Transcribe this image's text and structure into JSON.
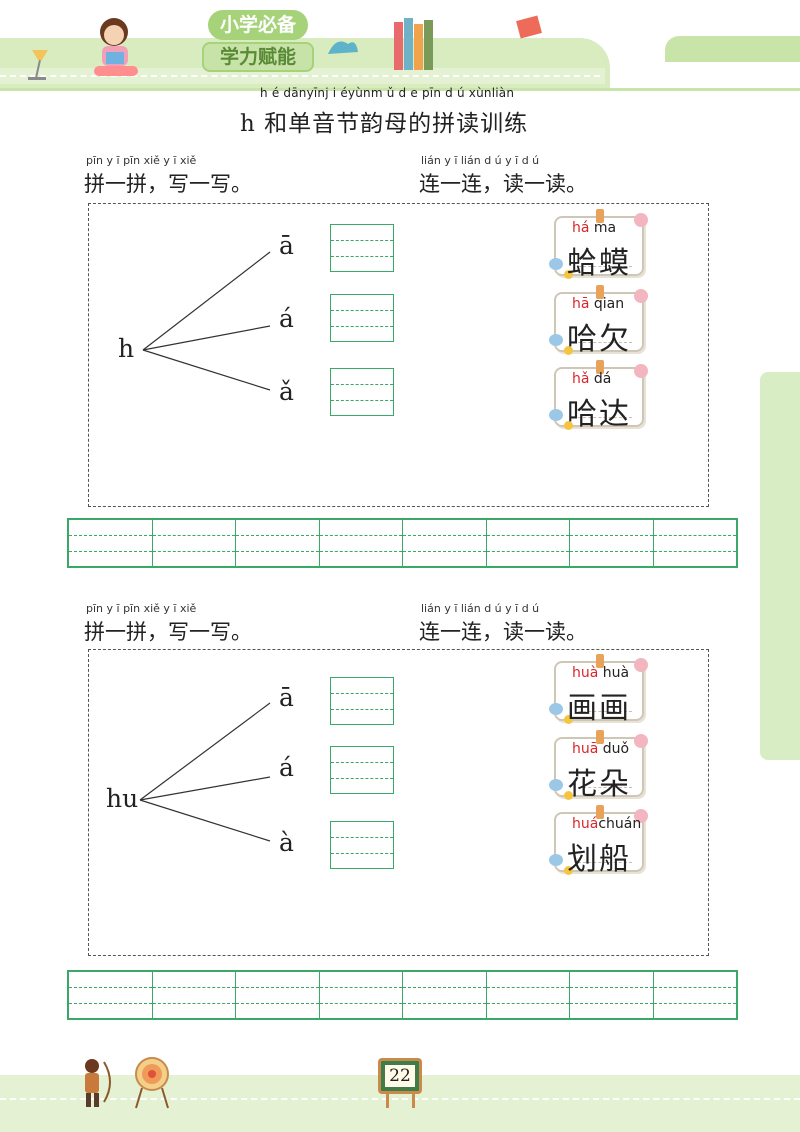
{
  "header": {
    "badge_line1": "小学必备",
    "badge_line2": "学力赋能"
  },
  "title": {
    "pinyin": "h é dānyīnj i éyùnm ǔ d e pīn d ú xùnliàn",
    "text": "h 和单音节韵母的拼读训练"
  },
  "sections": [
    {
      "left_instruction": {
        "pinyin": "pīn y ī pīn   xiě y ī xiě",
        "text": "拼一拼，写一写。"
      },
      "right_instruction": {
        "pinyin": "lián y ī lián   d ú y ī d ú",
        "text": "连一连，读一读。"
      },
      "initial": "h",
      "finals": [
        "ā",
        "á",
        "ǎ"
      ],
      "cards": [
        {
          "pinyin_red": "há",
          "pinyin_rest": " ma",
          "hanzi": "蛤蟆"
        },
        {
          "pinyin_red": "hā",
          "pinyin_rest": " qian",
          "hanzi": "哈欠"
        },
        {
          "pinyin_red": "hǎ",
          "pinyin_rest": "  dá",
          "hanzi": "哈达"
        }
      ]
    },
    {
      "left_instruction": {
        "pinyin": "pīn y ī pīn   xiě y ī xiě",
        "text": "拼一拼，写一写。"
      },
      "right_instruction": {
        "pinyin": "lián y ī lián   d ú y ī d ú",
        "text": "连一连，读一读。"
      },
      "initial": "hu",
      "finals": [
        "ā",
        "á",
        "à"
      ],
      "cards": [
        {
          "pinyin_red": "huà",
          "pinyin_rest": " huà",
          "hanzi": "画画"
        },
        {
          "pinyin_red": "huā",
          "pinyin_rest": " duǒ",
          "hanzi": "花朵"
        },
        {
          "pinyin_red": "huá",
          "pinyin_rest": "chuán",
          "hanzi": "划船"
        }
      ]
    }
  ],
  "footer": {
    "page_number": "22"
  },
  "colors": {
    "grid_green": "#3aa866",
    "pinyin_red": "#d9262c",
    "frame_green": "#c9e4a8"
  },
  "icons": [
    "girl-reading-icon",
    "lamp-icon",
    "books-icon",
    "flying-book-icon",
    "archer-icon",
    "target-icon",
    "chalkboard-icon"
  ]
}
